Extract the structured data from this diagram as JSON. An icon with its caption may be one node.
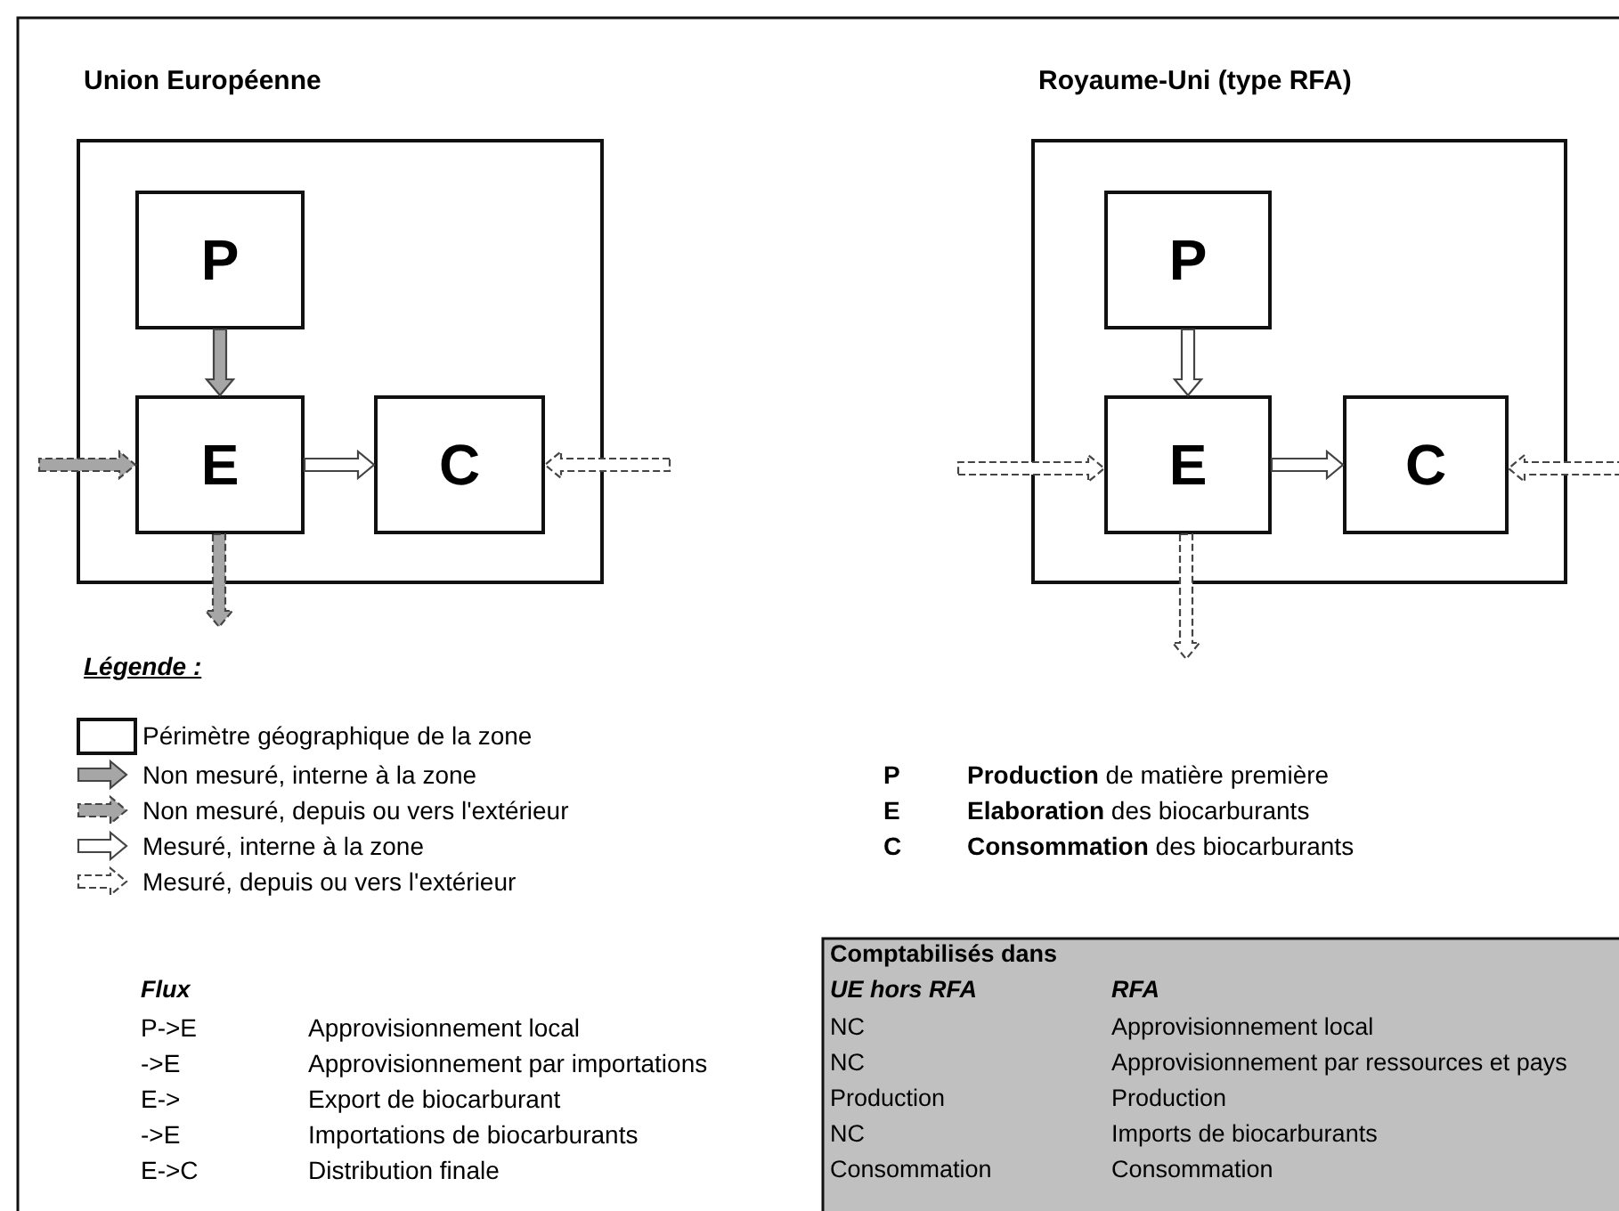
{
  "diagram": {
    "nodes": [
      {
        "text": [
          "Union Européenne"
        ]
      },
      {
        "text": [
          "P"
        ],
        "in": 0
      },
      {
        "text": [
          "E"
        ],
        "in": 0
      },
      {
        "text": [
          "C"
        ],
        "in": 0
      },
      {
        "text": [
          "Royaume-Uni (type RFA)"
        ]
      },
      {
        "text": [
          "P"
        ],
        "in": 4
      },
      {
        "text": [
          "E"
        ],
        "in": 4
      },
      {
        "text": [
          "C"
        ],
        "in": 4
      }
    ],
    "edges": [
      {
        "from": 1,
        "to": 2,
        "arrow": "to",
        "color": "#a6a6a6"
      },
      {
        "from": null,
        "to": 2,
        "arrow": "to",
        "style": "dashed",
        "color": "#a6a6a6"
      },
      {
        "from": 2,
        "to": 3,
        "arrow": "to"
      },
      {
        "from": null,
        "to": 3,
        "arrow": "to",
        "style": "dashed"
      },
      {
        "from": 2,
        "to": null,
        "arrow": "to",
        "style": "dashed",
        "color": "#a6a6a6"
      },
      {
        "from": 5,
        "to": 6,
        "arrow": "to"
      },
      {
        "from": null,
        "to": 6,
        "arrow": "to",
        "style": "dashed"
      },
      {
        "from": 6,
        "to": 7,
        "arrow": "to"
      },
      {
        "from": null,
        "to": 7,
        "arrow": "to",
        "style": "dashed"
      },
      {
        "from": 6,
        "to": null,
        "arrow": "to",
        "style": "dashed"
      }
    ],
    "labels": [
      "Légende :",
      "P",
      "**Production** de matière première",
      "E",
      "**Elaboration** des biocarburants",
      "C",
      "**Consommation** des biocarburants",
      "Flux",
      "P->E",
      "Approvisionnement local",
      "->E",
      "Approvisionnement par importations",
      "E->",
      "Export de biocarburant",
      "->E",
      "Importations de biocarburants",
      "E->C",
      "Distribution finale",
      "Comptabilisés dans",
      "UE hors RFA",
      "RFA",
      "NC",
      "Approvisionnement local",
      "NC",
      "Approvisionnement par ressources et pays",
      "Production",
      "Production",
      "NC",
      "Imports de biocarburants",
      "Consommation",
      "Consommation"
    ],
    "legend": [
      {
        "text": "Périmètre géographique de la zone"
      },
      {
        "text": "Non mesuré, interne à la zone"
      },
      {
        "text": "Non mesuré, depuis ou vers l'extérieur"
      },
      {
        "text": "Mesuré, interne à la zone"
      },
      {
        "text": "Mesuré, depuis ou vers l'extérieur"
      }
    ]
  }
}
